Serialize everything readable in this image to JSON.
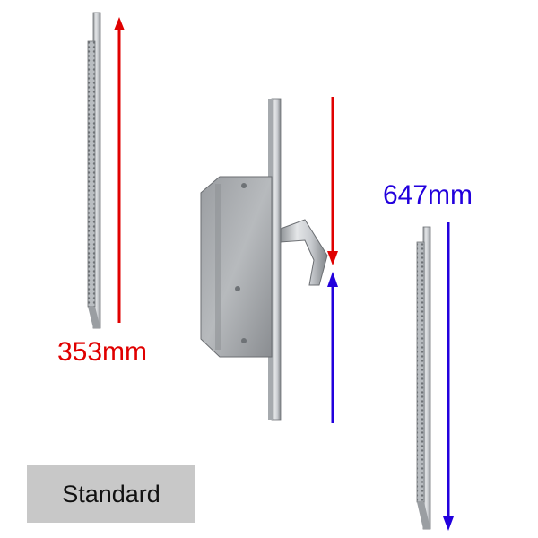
{
  "labels": {
    "top_length": "353mm",
    "bottom_length": "647mm",
    "variant": "Standard"
  },
  "colors": {
    "top_arrow": "#e00000",
    "bottom_arrow": "#2200dd",
    "badge_background": "#c8c8c8"
  },
  "parts": [
    "top-extension-rod",
    "lock-case",
    "bottom-extension-rod"
  ]
}
